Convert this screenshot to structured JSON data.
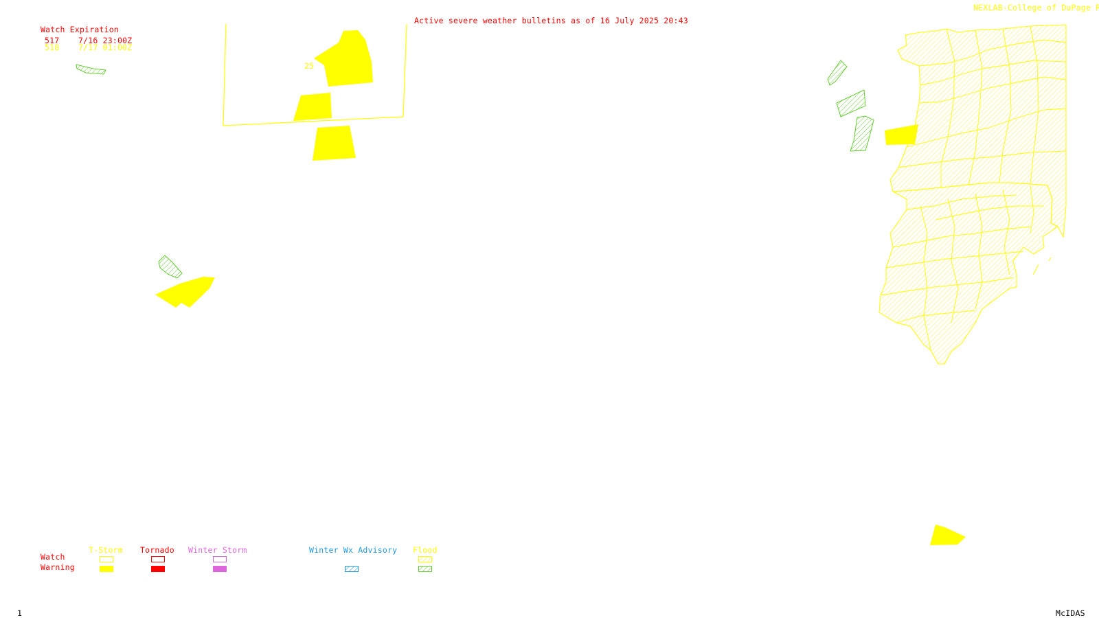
{
  "header": {
    "title": "Active severe weather bulletins as of 16 July 2025 20:43",
    "credit": "NEXLAB-College of DuPage R"
  },
  "watch_table": {
    "heading": "Watch Expiration",
    "rows": [
      {
        "number": "517",
        "expires": "7/16 23:00Z"
      },
      {
        "number": "518",
        "expires": "7/17 01:00Z"
      }
    ]
  },
  "map": {
    "watch_box_label": "25"
  },
  "legend": {
    "row_labels": {
      "watch": "Watch",
      "warning": "Warning"
    },
    "columns": [
      {
        "label": "T-Storm",
        "color": "#ffff00"
      },
      {
        "label": "Tornado",
        "color": "#ff0000"
      },
      {
        "label": "Winter Storm",
        "color": "#dd66dd"
      },
      {
        "label": "Winter Wx Advisory",
        "color": "#2299dd"
      },
      {
        "label": "Flood",
        "color": "#66cc33"
      }
    ]
  },
  "footer": {
    "frame_number": "1",
    "software": "McIDAS"
  },
  "colors": {
    "tstorm": "#ffff00",
    "tornado": "#ff0000",
    "flood": "#66cc33",
    "title": "#ff0000"
  }
}
